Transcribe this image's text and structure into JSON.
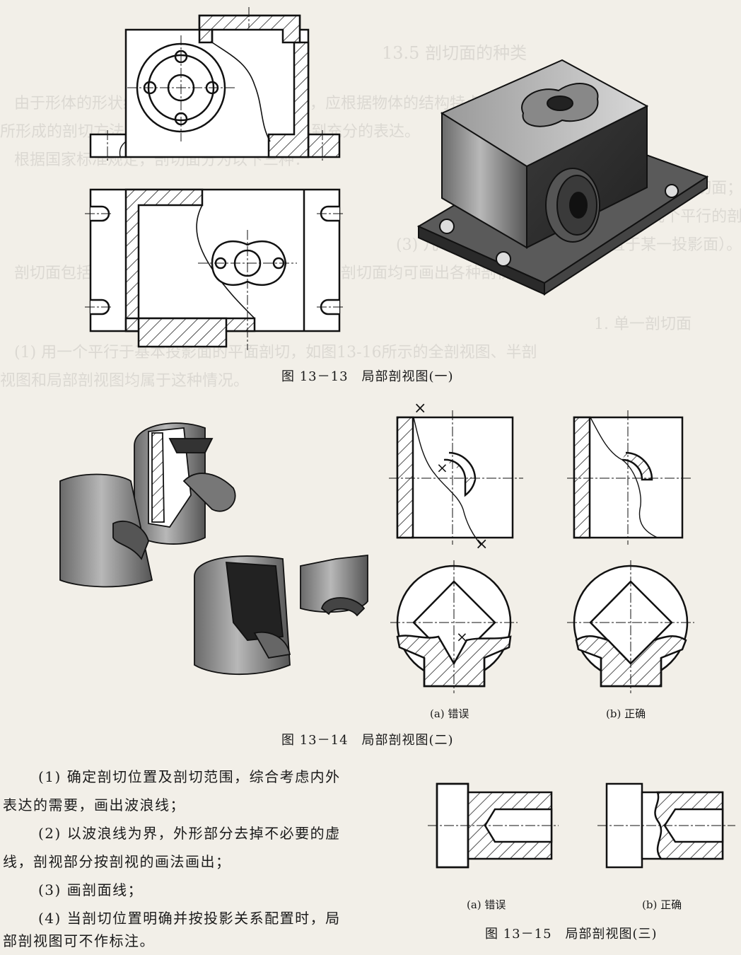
{
  "ghost_text": [
    "13.5  剖切面的种类",
    "由于形体的形状结构不同，因此画剖视图时，应根据物体的结构特点选用不同的剖切面",
    "所形成的剖切方法，以便使物体的内部结构得到充分的表达。",
    "根据国家标准规定，剖切面分为以下三种：",
    "(1) 单一剖切面；",
    "(2) 几个平行的剖切平面；",
    "(3) 几个相交的剖切面（交线垂直于某一投影面）。",
    "剖切面包括剖切平面和剖切柱面，由于上述三类剖切面均可画出各种剖视图，",
    "1. 单一剖切面",
    "(1) 用一个平行于基本投影面的平面剖切，如图13-16所示的全剖视图、半剖",
    "视图和局部剖视图均属于这种情况。"
  ],
  "figures": {
    "fig13_13": {
      "caption": "图 13－13　局部剖视图(一)"
    },
    "fig13_14": {
      "caption": "图 13－14　局部剖视图(二)",
      "sub_a": "(a) 错误",
      "sub_b": "(b) 正确",
      "wrong_mark": "×"
    },
    "fig13_15": {
      "caption": "图 13－15　局部剖视图(三)",
      "sub_a": "(a) 错误",
      "sub_b": "(b) 正确"
    }
  },
  "steps": [
    "(1) 确定剖切位置及剖切范围，综合考虑内外",
    "表达的需要，画出波浪线；",
    "(2) 以波浪线为界，外形部分去掉不必要的虚",
    "线，剖视部分按剖视的画法画出；",
    "(3) 画剖面线；",
    "(4) 当剖切位置明确并按投影关系配置时，局",
    "部剖视图可不作标注。"
  ]
}
